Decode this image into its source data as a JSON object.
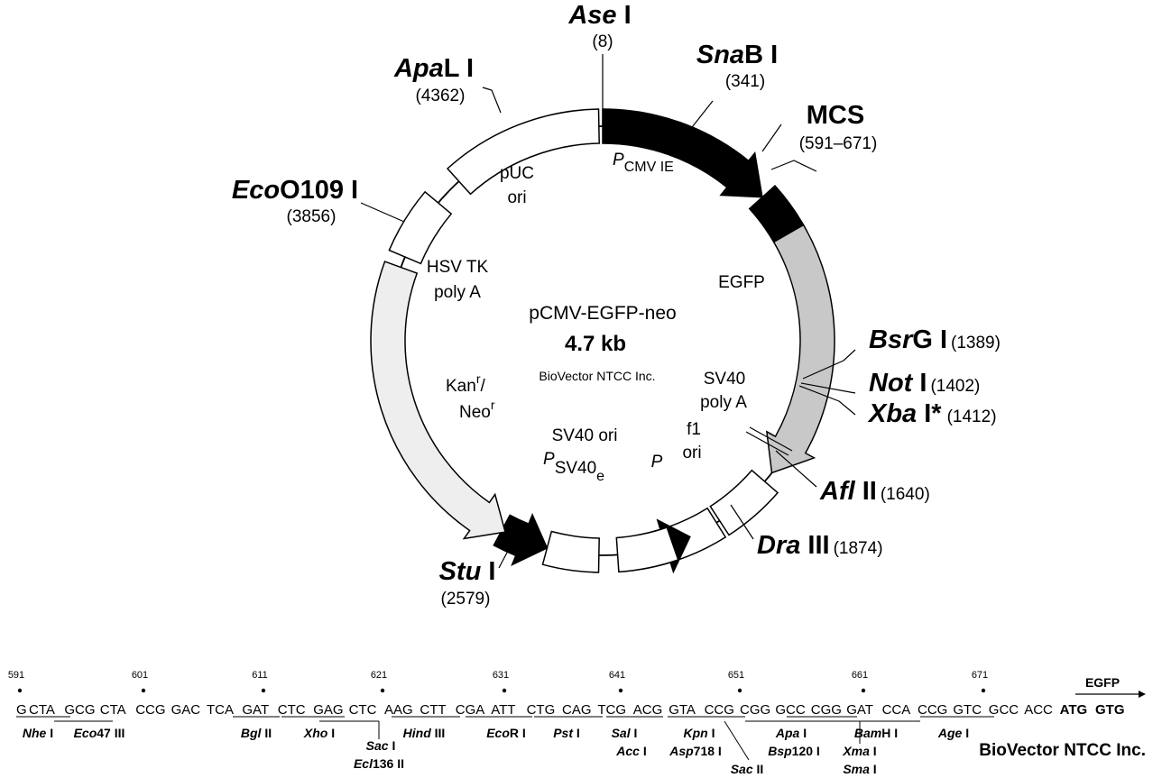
{
  "plasmid": {
    "name": "pCMV-EGFP-neo",
    "size": "4.7 kb",
    "brand": "BioVector NTCC Inc."
  },
  "sites": [
    {
      "id": "ase",
      "italic": "Ase",
      "suffix": " I",
      "pos": "(8)"
    },
    {
      "id": "snab",
      "italic": "Sna",
      "suffix": "B I",
      "pos": "(341)"
    },
    {
      "id": "mcs",
      "italic": "",
      "suffix": "MCS",
      "pos": "(591–671)"
    },
    {
      "id": "bsrg",
      "italic": "Bsr",
      "suffix": "G I",
      "pos": "(1389)"
    },
    {
      "id": "not",
      "italic": "Not",
      "suffix": " I",
      "pos": "(1402)"
    },
    {
      "id": "xba",
      "italic": "Xba",
      "suffix": " I*",
      "pos": "(1412)"
    },
    {
      "id": "afl",
      "italic": "Afl",
      "suffix": " II",
      "pos": "(1640)"
    },
    {
      "id": "dra",
      "italic": "Dra",
      "suffix": " III",
      "pos": "(1874)"
    },
    {
      "id": "stu",
      "italic": "Stu",
      "suffix": " I",
      "pos": "(2579)"
    },
    {
      "id": "eco",
      "italic": "Eco",
      "suffix": "O109 I",
      "pos": "(3856)"
    },
    {
      "id": "apal",
      "italic": "Apa",
      "suffix": "L I",
      "pos": "(4362)"
    }
  ],
  "features": {
    "pcmv_p": "P",
    "pcmv_sub": "CMV IE",
    "egfp": "EGFP",
    "sv40pa_1": "SV40",
    "sv40pa_2": "poly A",
    "f1_1": "f1",
    "f1_2": "ori",
    "p_small": "P",
    "sv40ori": "SV40 ori",
    "psv_p": "P",
    "psv_sub": "SV40",
    "psv_sub2": "e",
    "kan_1": "Kan",
    "kan_sup": "r",
    "kan_slash": "/",
    "neo_1": "Neo",
    "neo_sup": "r",
    "hsv_1": "HSV TK",
    "hsv_2": "poly A",
    "puc_1": "pUC",
    "puc_2": "ori"
  },
  "mcs": {
    "numbers": [
      "591",
      "601",
      "611",
      "621",
      "631",
      "641",
      "651",
      "661",
      "671"
    ],
    "codons": [
      "G",
      "CTA",
      "GCG",
      "CTA",
      "CCG",
      "GAC",
      "TCA",
      "GAT",
      "CTC",
      "GAG",
      "CTC",
      "AAG",
      "CTT",
      "CGA",
      "ATT",
      "CTG",
      "CAG",
      "TCG",
      "ACG",
      "GTA",
      "CCG",
      "CGG",
      "GCC",
      "CGG",
      "GAT",
      "CCA",
      "CCG",
      "GTC",
      "GCC",
      "ACC",
      "ATG",
      "GTG"
    ],
    "egfp_label": "EGFP",
    "enzymes_row1": [
      {
        "i": "Nhe",
        "s": " I"
      },
      {
        "i": "Eco",
        "s": "47 III"
      },
      {
        "i": "Bgl",
        "s": " II"
      },
      {
        "i": "Xho",
        "s": " I"
      },
      {
        "i": "Hind",
        "s": " III"
      },
      {
        "i": "Eco",
        "s": "R I"
      },
      {
        "i": "Pst",
        "s": " I"
      },
      {
        "i": "Sal",
        "s": " I"
      },
      {
        "i": "Kpn",
        "s": " I"
      },
      {
        "i": "Apa",
        "s": " I"
      },
      {
        "i": "Bam",
        "s": "H I"
      },
      {
        "i": "Age",
        "s": " I"
      }
    ],
    "enzymes_row2": [
      {
        "i": "Sac",
        "s": " I"
      },
      {
        "i": "Acc",
        "s": " I"
      },
      {
        "i": "Asp",
        "s": "718 I"
      },
      {
        "i": "Bsp",
        "s": "120 I"
      },
      {
        "i": "Xma",
        "s": " I"
      }
    ],
    "enzymes_row3": [
      {
        "i": "Ecl",
        "s": "136 II"
      },
      {
        "i": "Sac",
        "s": " II"
      },
      {
        "i": "Sma",
        "s": " I"
      }
    ]
  },
  "footer_brand": "BioVector NTCC Inc."
}
